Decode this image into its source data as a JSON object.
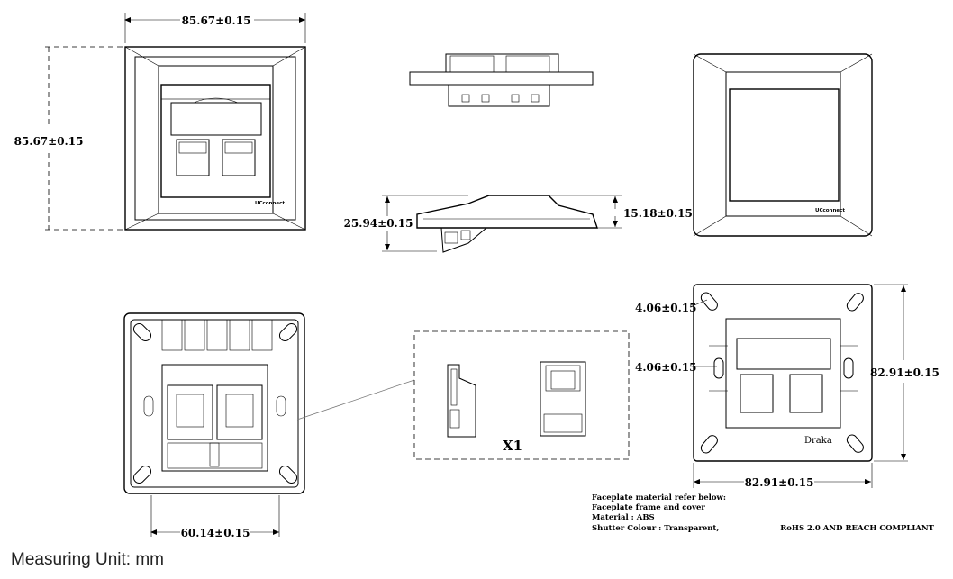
{
  "dimensions": {
    "front_width": "85.67±0.15",
    "front_height": "85.67±0.15",
    "side_total_depth": "25.94±0.15",
    "side_plate_depth": "15.18±0.15",
    "back_span": "60.14±0.15",
    "rear_hole_offset_top": "4.06±0.15",
    "rear_hole_offset_side": "4.06±0.15",
    "rear_height": "82.91±0.15",
    "rear_width": "82.91±0.15"
  },
  "labels": {
    "front_logo": "UCconnect",
    "cover_logo": "UCconnect",
    "rear_brand": "Draka",
    "detail_callout": "X1"
  },
  "notes": {
    "line1": "Faceplate material refer below:",
    "line2": "Faceplate frame and cover",
    "line3": "Material : ABS",
    "line4": "Shutter Colour :  Transparent,",
    "compliance": "RoHS 2.0 AND REACH COMPLIANT"
  },
  "footer": {
    "measuring_unit": "Measuring Unit: mm"
  }
}
